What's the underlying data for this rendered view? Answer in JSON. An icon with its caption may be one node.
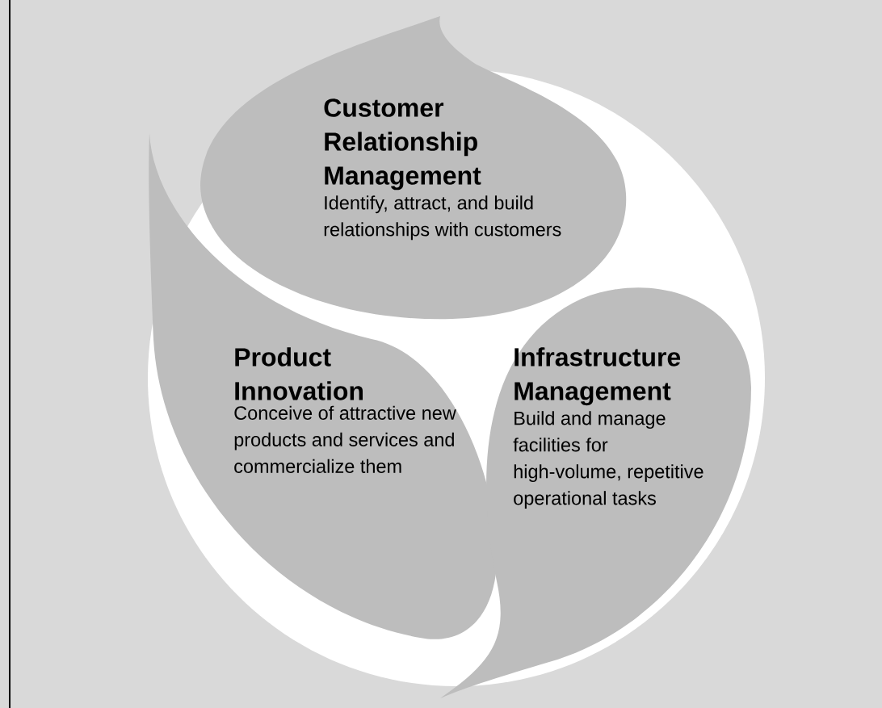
{
  "diagram": {
    "nodes": [
      {
        "text": [
          "Customer Relationship Management",
          "Identify, attract, and build relationships with customers"
        ]
      },
      {
        "text": [
          "Product Innovation",
          "Conceive of attractive new products and services and commercialize them"
        ]
      },
      {
        "text": [
          "Infrastructure Management",
          "Build and manage facilities for high-volume, repetitive operational tasks"
        ]
      }
    ]
  }
}
